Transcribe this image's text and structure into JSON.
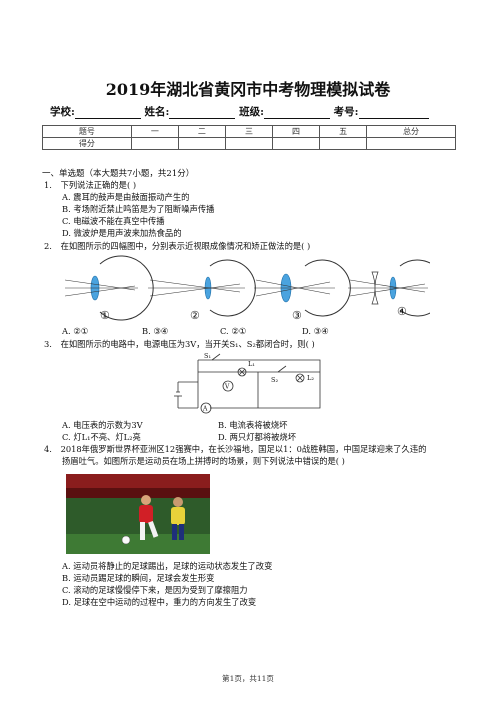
{
  "title": "2019年湖北省黄冈市中考物理模拟试卷",
  "info": {
    "school": "学校:",
    "name": "姓名:",
    "class": "班级:",
    "number": "考号:"
  },
  "score_table": {
    "headers": [
      "题号",
      "一",
      "二",
      "三",
      "四",
      "五",
      "总分"
    ],
    "row_label": "得分"
  },
  "section1": "一、单选题（本大题共7小题，共21分）",
  "q1": {
    "num": "1.",
    "text": "下列说法正确的是(     )",
    "options": [
      "A. 震耳的鼓声是由鼓面振动产生的",
      "B. 考场附近禁止鸣笛是为了阻断噪声传播",
      "C. 电磁波不能在真空中传播",
      "D. 微波炉是用声波来加热食品的"
    ]
  },
  "q2": {
    "num": "2.",
    "text": "在如图所示的四幅图中，分别表示近视眼成像情况和矫正做法的是(     )",
    "fig_labels": [
      "①",
      "②",
      "③",
      "④"
    ],
    "options": [
      "A. ②①",
      "B. ③④",
      "C. ②①",
      "D. ③④"
    ]
  },
  "q3": {
    "num": "3.",
    "text": "在如图所示的电路中，电源电压为3V，当开关S₁、S₂都闭合时，则(     )",
    "circuit_labels": {
      "s1": "S₁",
      "s2": "S₂",
      "l1": "L₁",
      "l2": "L₂",
      "v": "V",
      "a": "A"
    },
    "options": [
      "A. 电压表的示数为3V",
      "B. 电流表将被烧坏",
      "C. 灯L₁不亮、灯L₂亮",
      "D. 两只灯都将被烧坏"
    ]
  },
  "q4": {
    "num": "4.",
    "text1": "2018年俄罗斯世界杯亚洲区12强赛中，在长沙福地，国足以1：0战胜韩国，中国足球迎来了久违的",
    "text2": "扬眉吐气。如图所示是运动员在场上拼搏时的场景，则下列说法中错误的是(     )",
    "options": [
      "A. 运动员将静止的足球踢出，足球的运动状态发生了改变",
      "B. 运动员踢足球的瞬间，足球会发生形变",
      "C. 滚动的足球慢慢停下来，是因为受到了摩擦阻力",
      "D. 足球在空中运动的过程中，重力的方向发生了改变"
    ]
  },
  "footer": "第1页，共11页"
}
